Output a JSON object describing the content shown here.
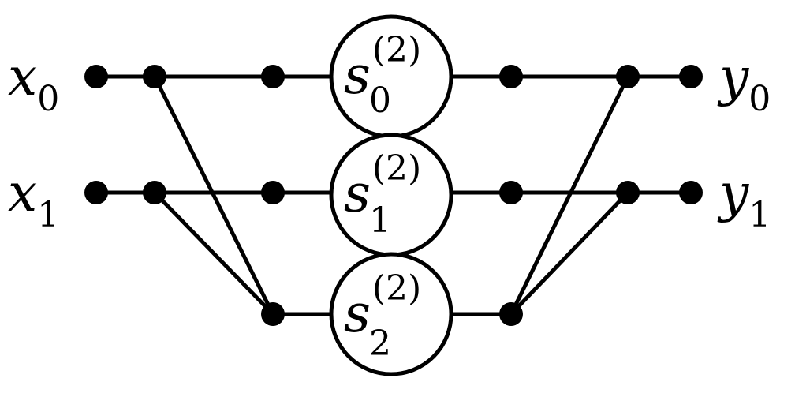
{
  "inputs": [
    {
      "symbol": "x",
      "subscript": "0"
    },
    {
      "symbol": "x",
      "subscript": "1"
    }
  ],
  "outputs": [
    {
      "symbol": "y",
      "subscript": "0"
    },
    {
      "symbol": "y",
      "subscript": "1"
    }
  ],
  "stages": [
    {
      "symbol": "s",
      "subscript": "0",
      "superscript": "(2)"
    },
    {
      "symbol": "s",
      "subscript": "1",
      "superscript": "(2)"
    },
    {
      "symbol": "s",
      "subscript": "2",
      "superscript": "(2)"
    }
  ],
  "colors": {
    "ink": "#000000",
    "background": "#ffffff"
  }
}
